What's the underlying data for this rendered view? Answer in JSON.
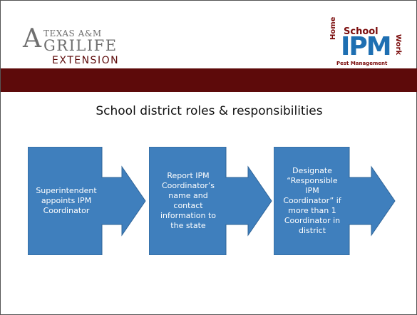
{
  "logo_left": {
    "line1": "TEXAS A&M",
    "initial": "A",
    "line2": "GRILIFE",
    "line3": "EXTENSION"
  },
  "logo_right": {
    "home": "Home",
    "school": "School",
    "ipm": "IPM",
    "work": "Work",
    "pest": "Pest Management"
  },
  "title": "School district roles & responsibilities",
  "steps": [
    {
      "text": "Superintendent\nappoints IPM\nCoordinator"
    },
    {
      "text": "Report  IPM\nCoordinator’s\nname and\ncontact\ninformation to\nthe state"
    },
    {
      "text": "Designate\n“Responsible\nIPM\nCoordinator” if\nmore than 1\nCoordinator in\ndistrict"
    }
  ],
  "colors": {
    "banner": "#5d0a0a",
    "box_fill": "#3d7ab5",
    "box_stroke": "#2f6498",
    "arrow_fill": "#3f7fbd"
  }
}
